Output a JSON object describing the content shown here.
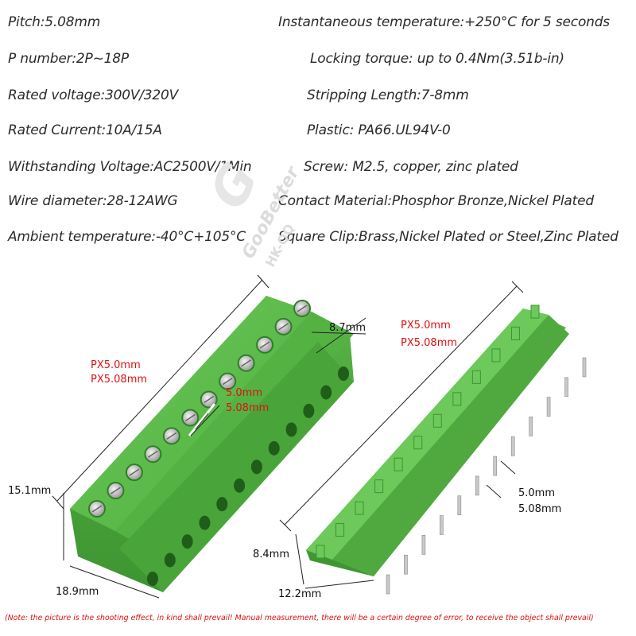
{
  "specs_left": [
    "Pitch:5.08mm",
    "P number:2P~18P",
    "Rated voltage:300V/320V",
    "Rated Current:10A/15A",
    "Withstanding Voltage:AC2500V/1Min",
    "Wire diameter:28-12AWG",
    "Ambient temperature:-40°C+105°C"
  ],
  "specs_right": [
    "Instantaneous temperature:+250°C for 5 seconds",
    "Locking torque: up to 0.4Nm(3.51b-in)",
    "Stripping Length:7-8mm",
    "Plastic: PA66.UL94V-0",
    "Screw: M2.5, copper, zinc plated",
    "Contact Material:Phosphor Bronze,Nickel Plated",
    "Square Clip:Brass,Nickel Plated or Steel,Zinc Plated"
  ],
  "watermark": {
    "brand": "GooBetter",
    "sub": "HK-QQ"
  },
  "left_part": {
    "pitch_1": "PX5.0mm",
    "pitch_2": "PX5.08mm",
    "inner_1": "5.0mm",
    "inner_2": "5.08mm",
    "top_depth": "8.7mm",
    "height": "15.1mm",
    "width": "18.9mm"
  },
  "right_part": {
    "pitch_1": "PX5.0mm",
    "pitch_2": "PX5.08mm",
    "pin_1": "5.0mm",
    "pin_2": "5.08mm",
    "height": "8.4mm",
    "width": "12.2mm"
  },
  "note": "(Note: the picture is the shooting effect, in kind shall prevail! Manual measurement, there will be a certain degree of error, to receive the object shall prevail)",
  "colors": {
    "plastic": "#5dbb4a",
    "plastic_dark": "#3f9a34",
    "dimension_text": "#e01010"
  }
}
